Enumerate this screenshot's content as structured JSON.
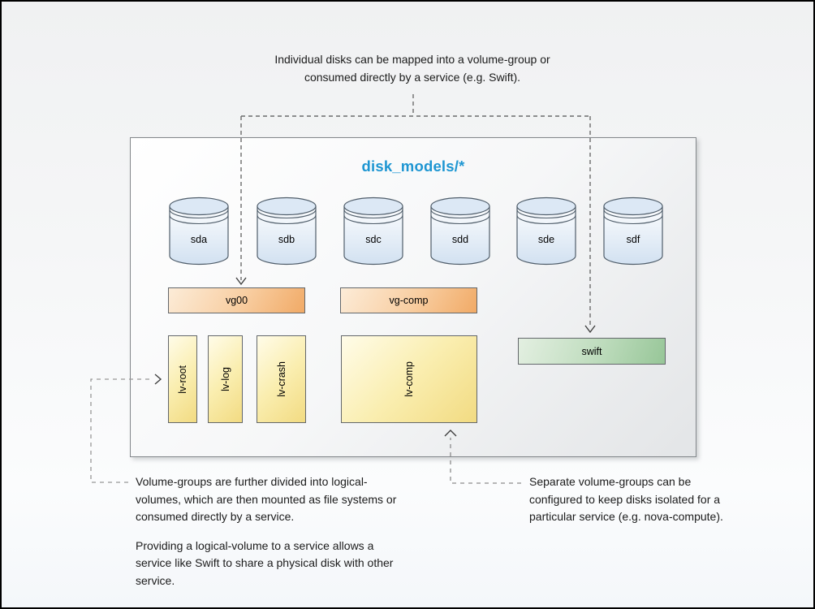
{
  "page": {
    "background_color": "#f1f2f3",
    "border_color": "#000000"
  },
  "annotations": {
    "top": "Individual disks can be mapped into a volume-group or consumed directly by a service (e.g. Swift).",
    "bottom_left_paragraph_1": "Volume-groups are further divided into logical-volumes, which are then mounted as file systems or consumed directly by a service.",
    "bottom_left_paragraph_2": "Providing a logical-volume to a service allows a service like Swift to share a physical disk with other service.",
    "bottom_right": "Separate volume-groups can be configured to keep disks isolated for a particular service (e.g. nova-compute)."
  },
  "diagram": {
    "title": "disk_models/*",
    "title_color": "#1e96d2",
    "disks": [
      {
        "label": "sda"
      },
      {
        "label": "sdb"
      },
      {
        "label": "sdc"
      },
      {
        "label": "sdd"
      },
      {
        "label": "sde"
      },
      {
        "label": "sdf"
      }
    ],
    "volume_groups": [
      {
        "label": "vg00"
      },
      {
        "label": "vg-comp"
      }
    ],
    "logical_volumes": [
      {
        "label": "lv-root"
      },
      {
        "label": "lv-log"
      },
      {
        "label": "lv-crash"
      },
      {
        "label": "lv-comp"
      }
    ],
    "services": [
      {
        "label": "swift"
      }
    ],
    "colors": {
      "disk_fill": "#d8e5f3",
      "volume_group_fill": "#f1aa66",
      "logical_volume_fill": "#f2db82",
      "service_fill": "#97c698",
      "box_border": "#83878b",
      "connector": "#8c8c8c"
    }
  }
}
